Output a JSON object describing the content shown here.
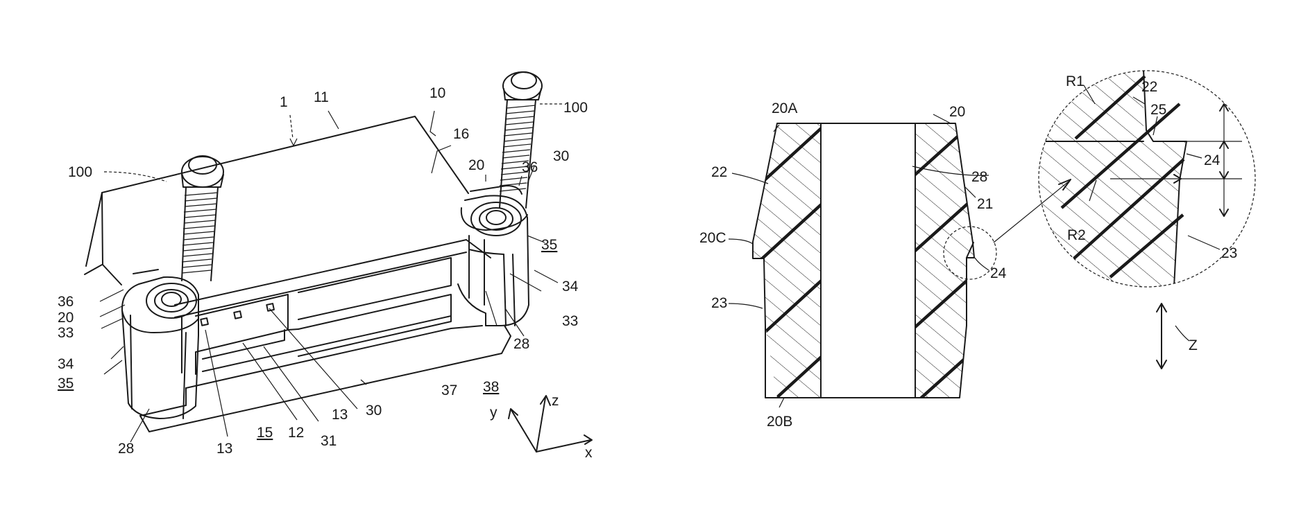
{
  "figure_left": {
    "labels": {
      "l1": "1",
      "l11": "11",
      "l10": "10",
      "l16": "16",
      "l100a": "100",
      "l100b": "100",
      "l20a": "20",
      "l36a": "36",
      "l30a": "30",
      "l35a": "35",
      "l34a": "34",
      "l33a": "33",
      "l28a": "28",
      "l36b": "36",
      "l20b": "20",
      "l33b": "33",
      "l34b": "34",
      "l35b": "35",
      "l28b": "28",
      "l13a": "13",
      "l15": "15",
      "l12": "12",
      "l31": "31",
      "l13b": "13",
      "l30b": "30",
      "l37": "37",
      "l38": "38"
    },
    "axes": {
      "x": "x",
      "y": "y",
      "z": "z"
    }
  },
  "figure_mid": {
    "labels": {
      "l20A": "20A",
      "l20": "20",
      "l22": "22",
      "l28": "28",
      "l21": "21",
      "l20C": "20C",
      "l23": "23",
      "l24": "24",
      "l20B": "20B"
    }
  },
  "figure_right": {
    "labels": {
      "lR1": "R1",
      "l22": "22",
      "l25": "25",
      "l24": "24",
      "lR2": "R2",
      "l23": "23",
      "lZ": "Z"
    }
  }
}
